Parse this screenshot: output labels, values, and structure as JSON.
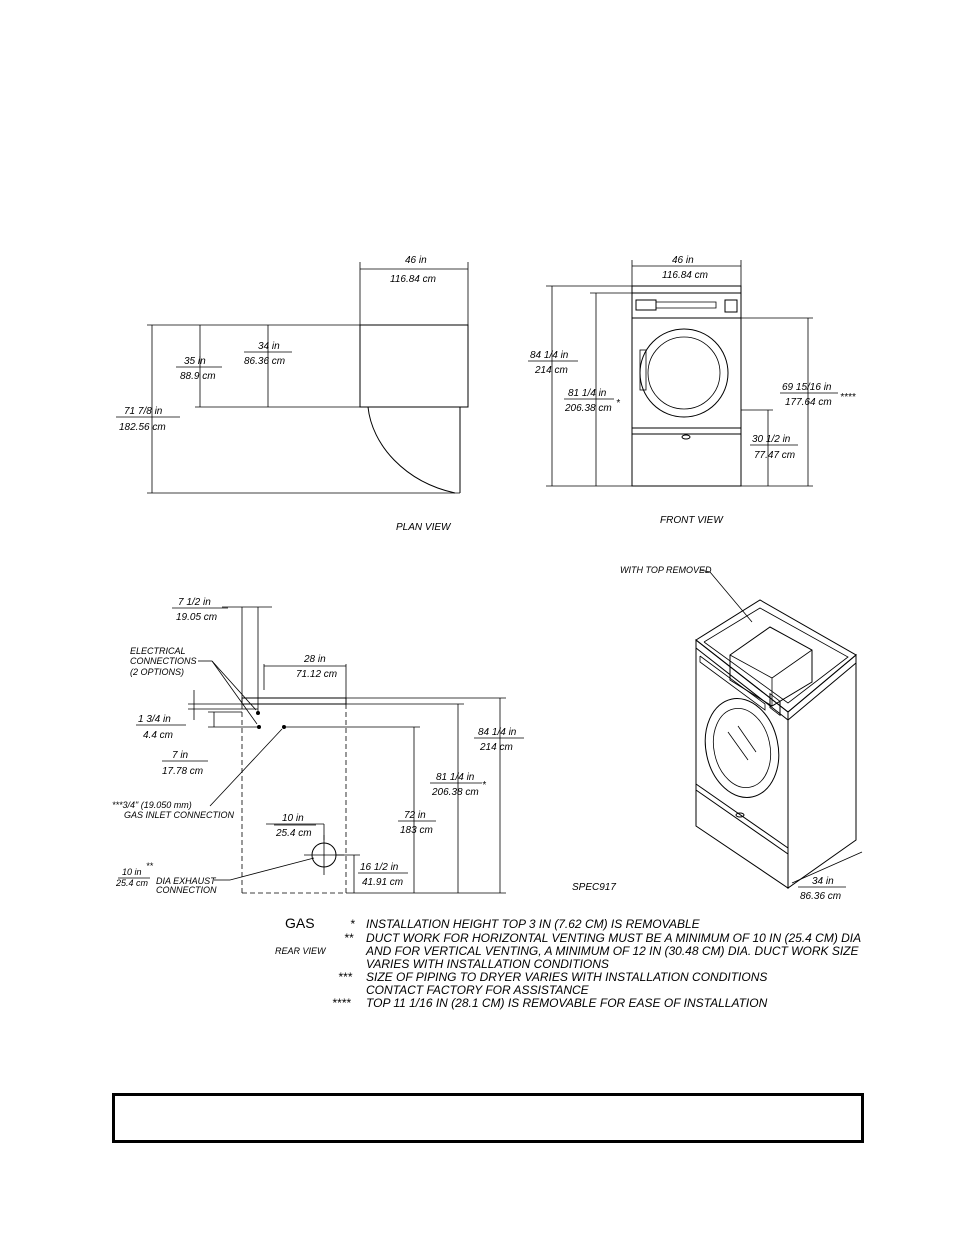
{
  "plan": {
    "width_in": "46 in",
    "width_cm": "116.84 cm",
    "depth_in": "34 in",
    "depth_cm": "86.36 cm",
    "d35_in": "35 in",
    "d35_cm": "88.9 cm",
    "total_in": "71 7/8 in",
    "total_cm": "182.56 cm",
    "caption": "PLAN VIEW"
  },
  "front": {
    "width_in": "46 in",
    "width_cm": "116.84 cm",
    "h84_in": "84 1/4 in",
    "h84_cm": "214 cm",
    "h81_in": "81 1/4 in",
    "h81_cm": "206.38 cm",
    "h69_in": "69 15/16 in",
    "h69_cm": "177.64 cm",
    "h30_in": "30 1/2 in",
    "h30_cm": "77.47 cm",
    "caption": "FRONT VIEW"
  },
  "rear": {
    "d7_5_in": "7 1/2 in",
    "d7_5_cm": "19.05 cm",
    "elec_1": "ELECTRICAL",
    "elec_2": "CONNECTIONS",
    "elec_3": "(2 OPTIONS)",
    "d28_in": "28 in",
    "d28_cm": "71.12 cm",
    "d1_75_in": "1 3/4 in",
    "d1_75_cm": "4.4 cm",
    "d7_in": "7 in",
    "d7_cm": "17.78 cm",
    "gas_1": "3/4\" (19.050 mm)",
    "gas_2": "GAS INLET CONNECTION",
    "d84_in": "84 1/4 in",
    "d84_cm": "214 cm",
    "d81_in": "81 1/4 in",
    "d81_cm": "206.38 cm",
    "d72_in": "72 in",
    "d72_cm": "183 cm",
    "d10_in": "10 in",
    "d10_cm": "25.4 cm",
    "d16_in": "16 1/2 in",
    "d16_cm": "41.91 cm",
    "ex_in": "10 in",
    "ex_cm": "25.4 cm",
    "ex_1": "DIA EXHAUST",
    "ex_2": "CONNECTION",
    "caption": "REAR VIEW"
  },
  "iso": {
    "top_removed": "WITH TOP REMOVED",
    "spec": "SPEC917",
    "d34_in": "34 in",
    "d34_cm": "86.36 cm"
  },
  "notes": {
    "gas": "GAS",
    "n1": "INSTALLATION HEIGHT TOP 3 IN (7.62 CM) IS REMOVABLE",
    "n2a": "DUCT WORK FOR HORIZONTAL VENTING MUST BE A MINIMUM OF 10 IN (25.4 CM) DIA",
    "n2b": "AND FOR VERTICAL VENTING, A MINIMUM OF 12 IN (30.48 CM) DIA. DUCT WORK SIZE",
    "n2c": "VARIES WITH INSTALLATION CONDITIONS",
    "n3a": "SIZE OF PIPING TO DRYER VARIES WITH INSTALLATION CONDITIONS",
    "n3b": "CONTACT FACTORY FOR ASSISTANCE",
    "n4": "TOP 11 1/16 IN (28.1 CM) IS REMOVABLE FOR EASE OF INSTALLATION"
  }
}
